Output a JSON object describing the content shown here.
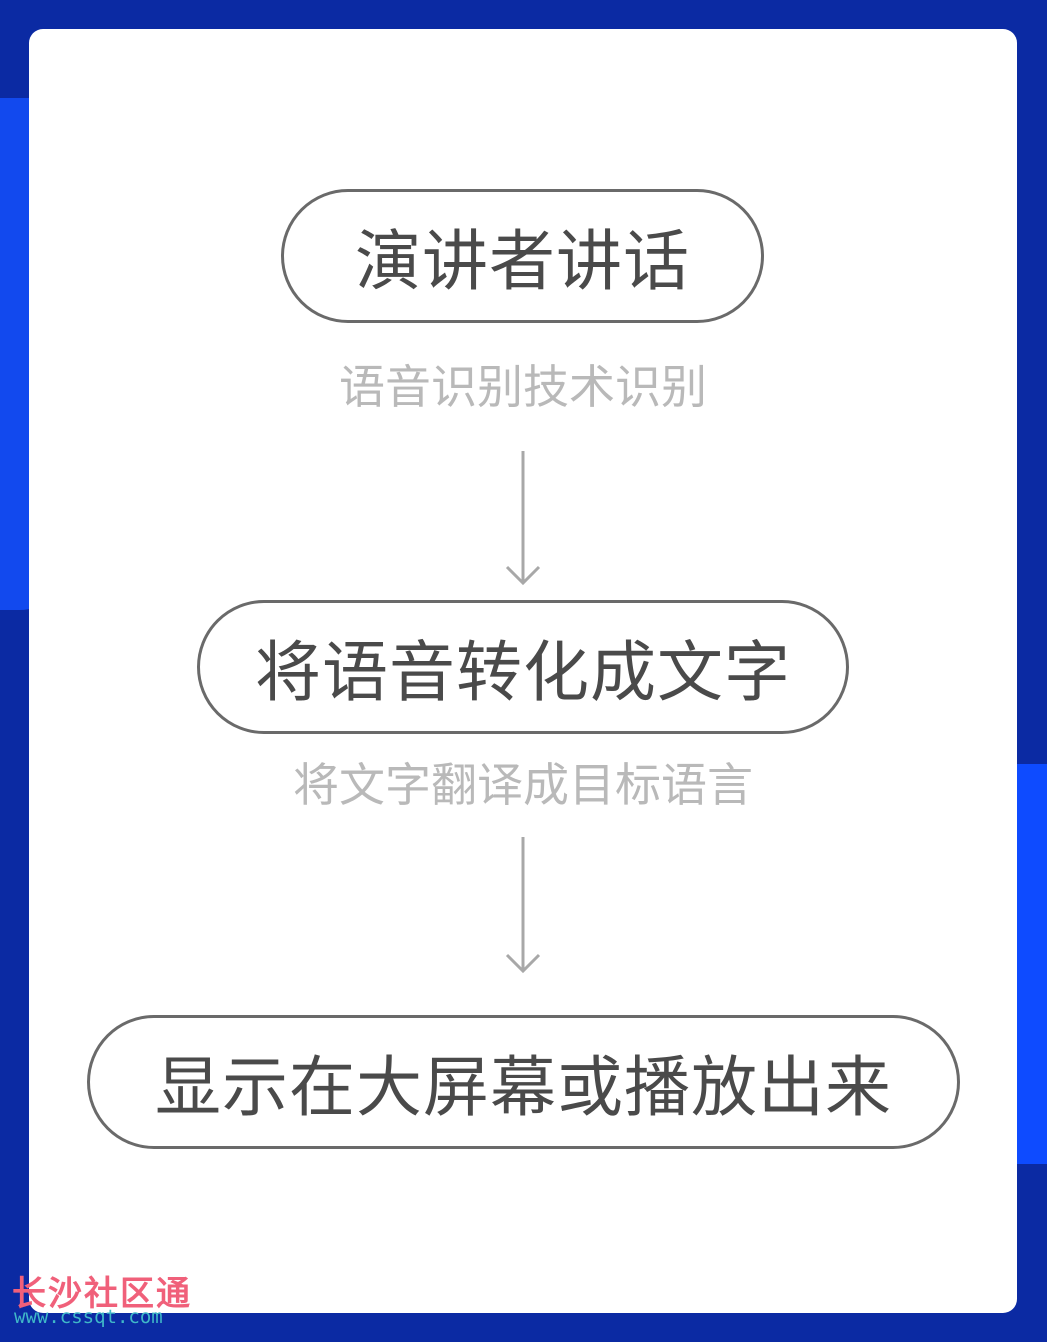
{
  "flow": {
    "steps": [
      "演讲者讲话",
      "将语音转化成文字",
      "显示在大屏幕或播放出来"
    ],
    "transitions": [
      "语音识别技术识别",
      "将文字翻译成目标语言"
    ]
  },
  "watermark": {
    "title": "长沙社区通",
    "url": "www.cssqt.com"
  },
  "colors": {
    "background": "#0b2aa3",
    "accent_blue": "#1249ee",
    "card": "#ffffff",
    "pill_border": "#6a6a6a",
    "step_text": "#4a4a4a",
    "caption_text": "#b9b9b9",
    "watermark_title": "#f0607a",
    "watermark_url": "#3fb8c8"
  }
}
